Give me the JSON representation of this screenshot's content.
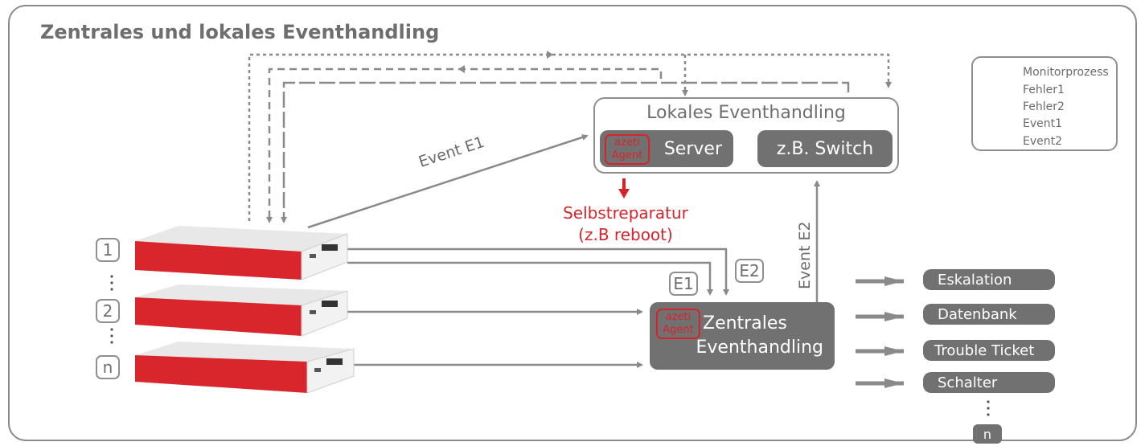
{
  "title": "Zentrales und lokales Eventhandling",
  "local": {
    "title": "Lokales Eventhandling",
    "server": "Server",
    "switch": "z.B. Switch",
    "agent_line1": "azeti",
    "agent_line2": "Agent"
  },
  "central": {
    "line1": "Zentrales",
    "line2": "Eventhandling",
    "agent_line1": "azeti",
    "agent_line2": "Agent"
  },
  "selfrepair": {
    "line1": "Selbstreparatur",
    "line2": "(z.B reboot)"
  },
  "edge_labels": {
    "event_e1": "Event E1",
    "event_e2": "Event E2",
    "e1": "E1",
    "e2": "E2"
  },
  "devices": {
    "label1": "1",
    "label2": "2",
    "labeln": "n"
  },
  "outputs": [
    "Eskalation",
    "Datenbank",
    "Trouble Ticket",
    "Schalter"
  ],
  "outputs_more": "n",
  "legend": [
    "Monitorprozess",
    "Fehler1",
    "Fehler2",
    "Event1",
    "Event2"
  ],
  "colors": {
    "gray": "#717172",
    "line": "#8a8a8a",
    "red": "#d8232a",
    "device_red": "#d9262d"
  }
}
